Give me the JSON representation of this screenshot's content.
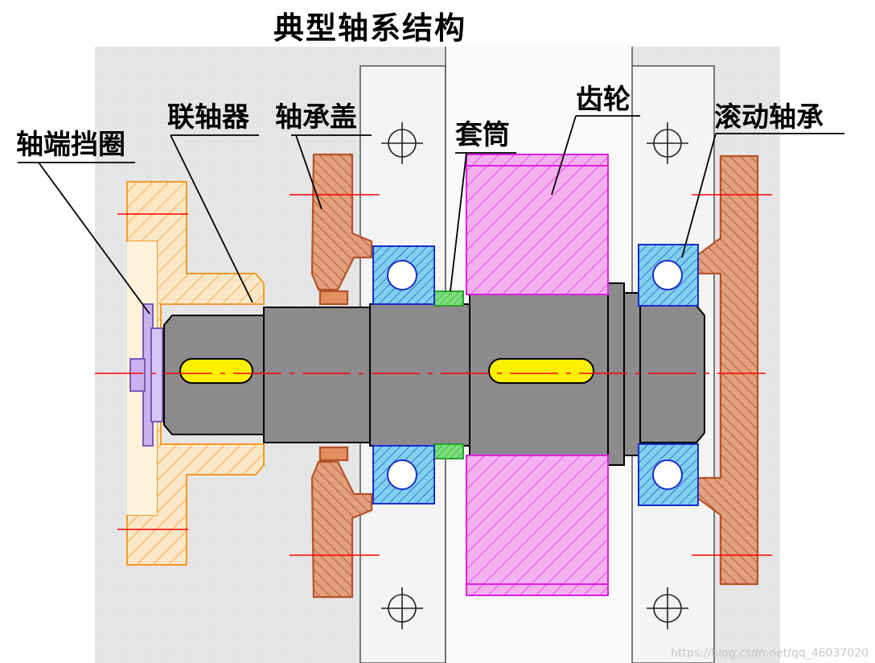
{
  "title": "典型轴系结构",
  "labels": {
    "end_retainer": "轴端挡圈",
    "coupling": "联轴器",
    "bearing_cap": "轴承盖",
    "sleeve": "套筒",
    "gear": "齿轮",
    "rolling_bearing": "滚动轴承"
  },
  "watermark": "https://blog.csdn.net/qq_46037020",
  "colors": {
    "coupling": "#f59a2a",
    "coupling_fill": "#fbe7c6",
    "cap": "#b5522a",
    "cap_fill": "#e2a07c",
    "bearing": "#1a2ec8",
    "bearing_fill": "#7fd0ee",
    "sleeve": "#2aa02a",
    "gear": "#e020e0",
    "gear_fill": "#f5b0f0",
    "shaft": "#8c8a8c",
    "key": "#fff000",
    "centerline": "#ff0000",
    "background": "#e6e6e6"
  }
}
